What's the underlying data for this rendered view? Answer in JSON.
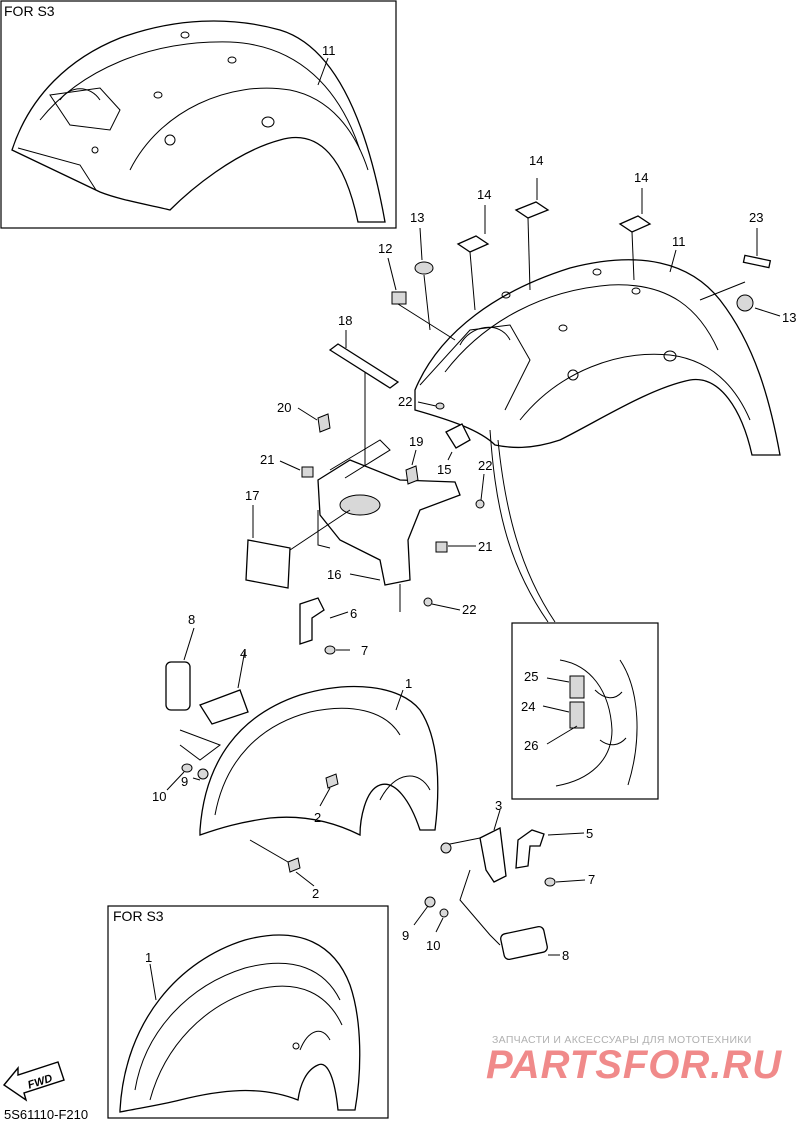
{
  "variant_boxes": {
    "top_left_label": "FOR S3",
    "bottom_label": "FOR S3"
  },
  "callouts": {
    "c11_inset": "11",
    "c11": "11",
    "c14a": "14",
    "c14b": "14",
    "c14c": "14",
    "c13a": "13",
    "c13b": "13",
    "c23": "23",
    "c12": "12",
    "c18": "18",
    "c22a": "22",
    "c22b": "22",
    "c22c": "22",
    "c20": "20",
    "c19": "19",
    "c15": "15",
    "c21a": "21",
    "c21b": "21",
    "c17": "17",
    "c16": "16",
    "c6": "6",
    "c7a": "7",
    "c7b": "7",
    "c8a": "8",
    "c8b": "8",
    "c4": "4",
    "c1": "1",
    "c1_inset": "1",
    "c10a": "10",
    "c10b": "10",
    "c9a": "9",
    "c9b": "9",
    "c2a": "2",
    "c2b": "2",
    "c3": "3",
    "c5": "5",
    "c25": "25",
    "c24": "24",
    "c26": "26"
  },
  "fwd_badge": "FWD",
  "diagram_code": "5S61110-F210",
  "watermark": {
    "tagline": "ЗАПЧАСТИ И АКСЕССУАРЫ ДЛЯ МОТОТЕХНИКИ",
    "brand": "PARTSFOR.RU",
    "brand_color": "#f08a8a"
  }
}
